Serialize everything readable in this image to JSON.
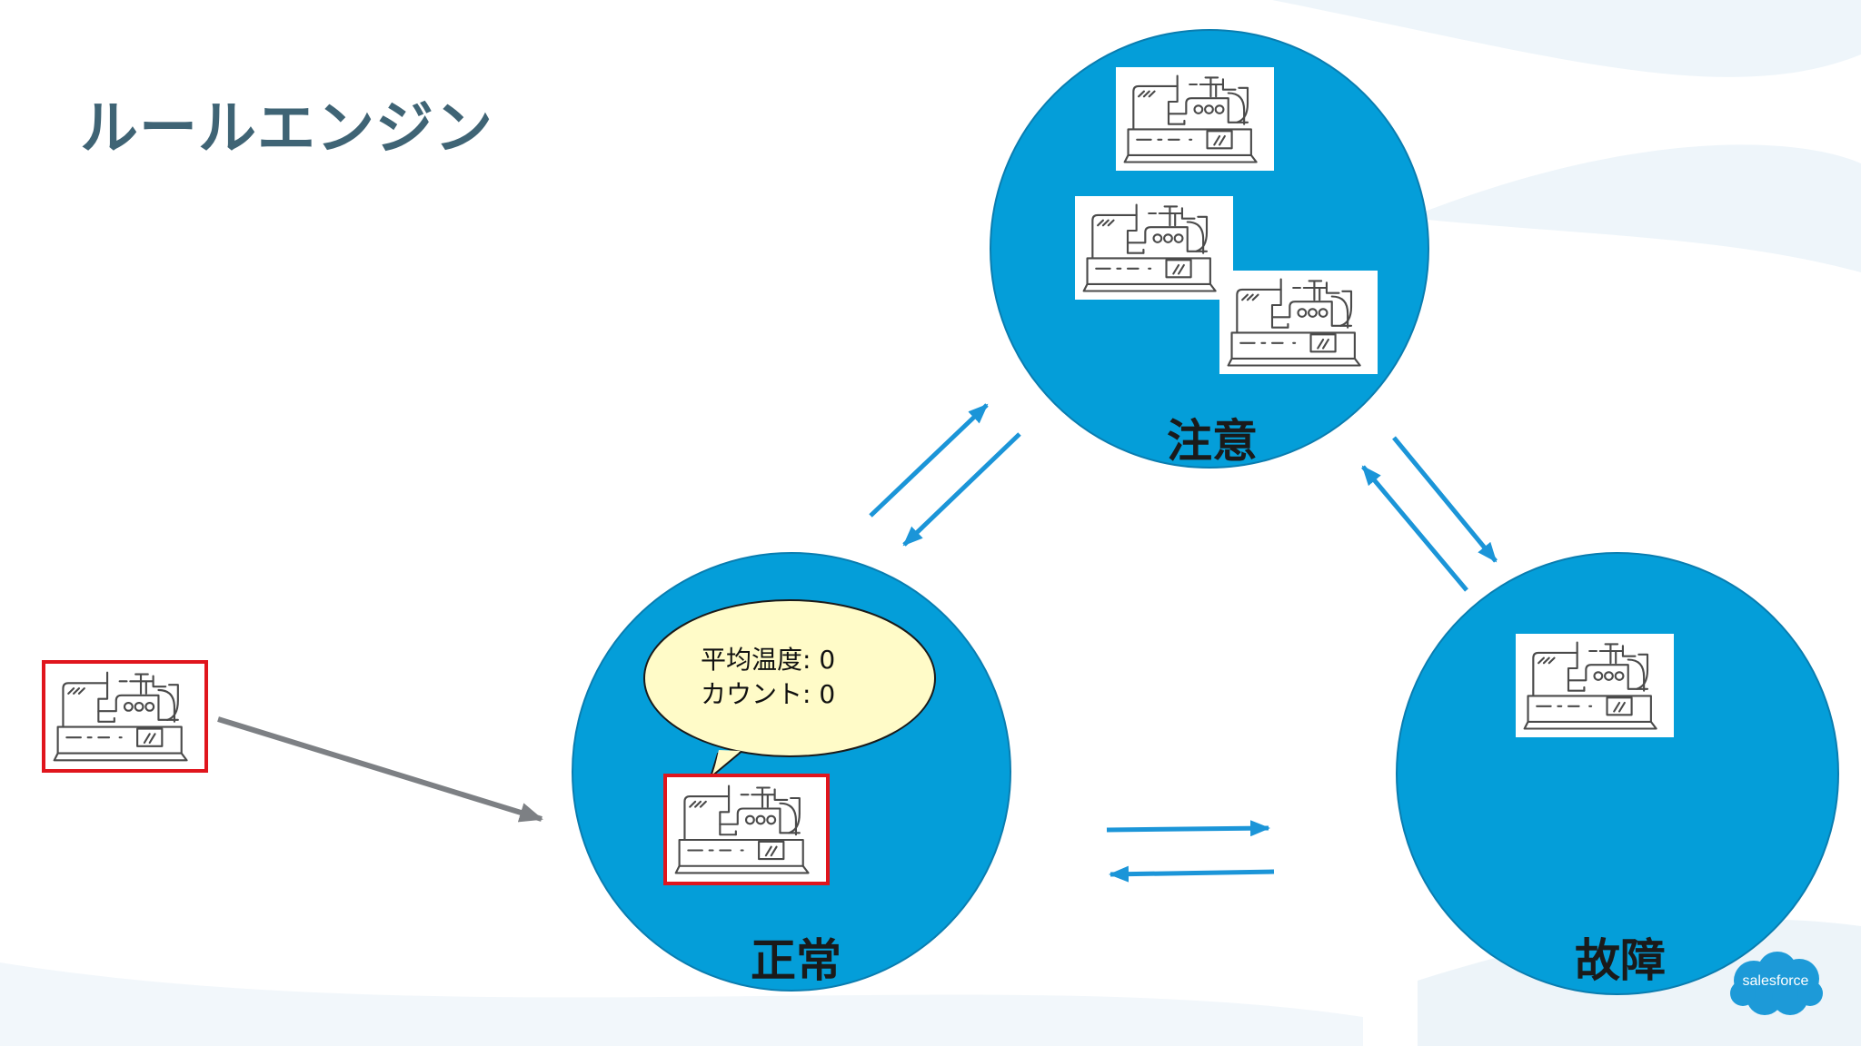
{
  "title": "ルールエンジン",
  "states": {
    "normal": {
      "label": "正常"
    },
    "caution": {
      "label": "注意"
    },
    "fault": {
      "label": "故障"
    }
  },
  "bubble": {
    "line1": "平均温度: 0",
    "line2": "カウント: 0"
  },
  "icons": {
    "machine": "industrial-machine-icon",
    "logo": "salesforce-cloud-logo"
  },
  "colors": {
    "circle": "#049ed9",
    "arrow": "#1b95d8",
    "input_arrow": "#7d8084",
    "highlight": "#e0151d",
    "bubble": "#fffbc8",
    "title": "#3f6475"
  },
  "logo_text": "salesforce"
}
